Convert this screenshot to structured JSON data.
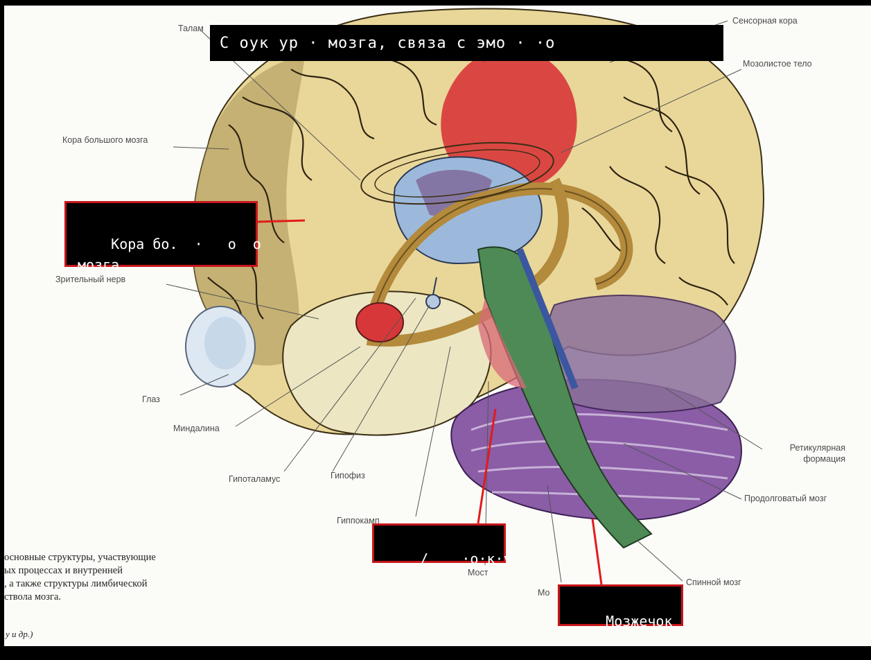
{
  "title": "С  оук ур ·  мозга, связа     с эмо  ·  ·о",
  "labels": {
    "thalamus": "Талам",
    "sensory_cortex": "Сенсорная кора",
    "corpus_callosum": "Мозолистое тело",
    "cortex": "Кора большого мозга",
    "optic_nerve": "Зрительный нерв",
    "eye": "Глаз",
    "amygdala": "Миндалина",
    "hypothalamus": "Гипоталамус",
    "pituitary": "Гипофиз",
    "hippocampus": "Гиппокамп",
    "pons": "Мост",
    "medulla_partial": "Мо",
    "reticular_formation": "Ретикулярная формация",
    "medulla": "Продолговатый мозг",
    "spinal_cord": "Спинной мозг"
  },
  "overlays": {
    "cortex_box": "Кора бо.  ·   о  о\nмозга",
    "middle_box": "/    ·о·к·у",
    "cerebellum_box": "Мозжечок"
  },
  "book_text": {
    "line1": "основные структуры, участвующие",
    "line2": "ых процессах и внутренней",
    "line3": ", а также структуры лимбической",
    "line4": "ствола мозга.",
    "reference": "у и др.)"
  },
  "colors": {
    "cortex_fill": "#e9d79a",
    "highlight_red": "#d8373a",
    "brainstem_green": "#4e8a55",
    "cerebellum_purple": "#8a5da6",
    "thalamus_blue": "#9cb9dc",
    "box_border": "#c8161b"
  }
}
